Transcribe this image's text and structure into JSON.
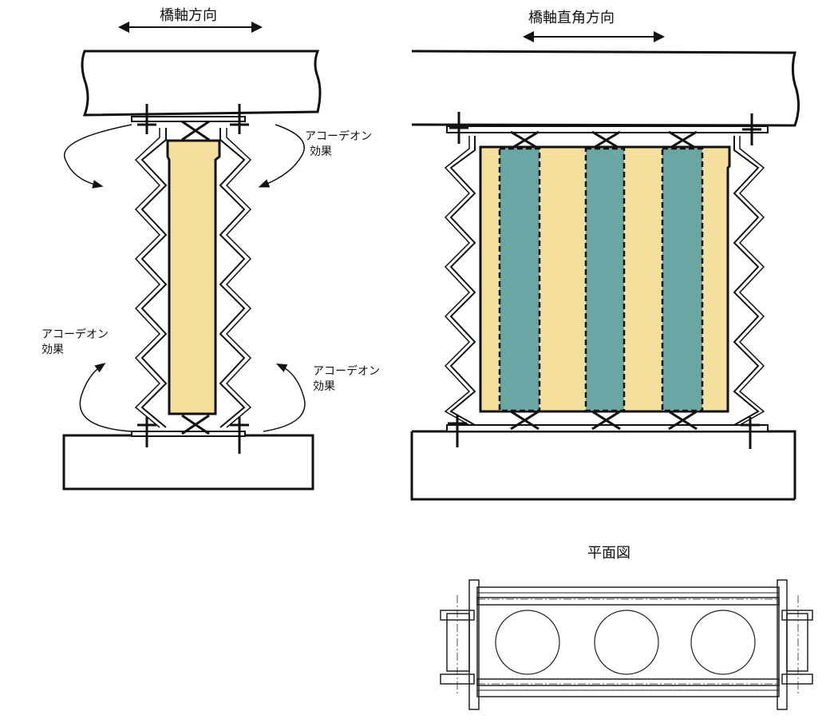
{
  "labels": {
    "longitudinal_direction": "橋軸方向",
    "transverse_direction": "橋軸直角方向",
    "plan_view": "平面図",
    "accordion_effect_line1": "アコーデオン",
    "accordion_effect_line2": "効果"
  },
  "colors": {
    "rubber_yellow": "#f5df9c",
    "core_teal": "#6aa6a3",
    "steel_fill": "#ffffff",
    "line": "#111111"
  },
  "plan_view_circles": 3,
  "transverse_core_columns": 3
}
